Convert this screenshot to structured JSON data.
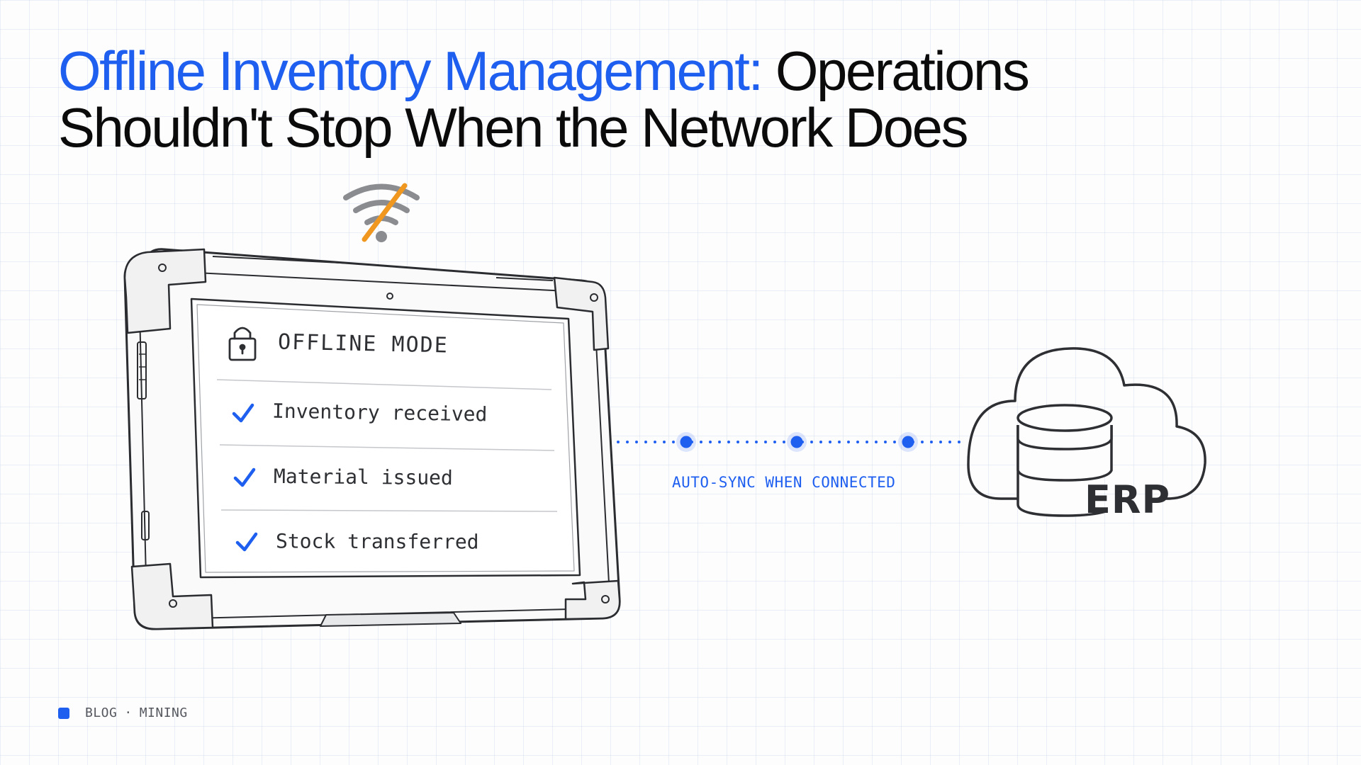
{
  "title": {
    "accent": "Offline Inventory Management:",
    "rest_line1": "Operations",
    "line2": "Shouldn't Stop When the Network Does"
  },
  "tablet": {
    "header": "OFFLINE MODE",
    "items": [
      "Inventory received",
      "Material issued",
      "Stock transferred"
    ]
  },
  "sync": {
    "label": "AUTO-SYNC WHEN CONNECTED"
  },
  "erp": {
    "label": "ERP"
  },
  "footer": {
    "category": "BLOG",
    "separator": "·",
    "tag": "MINING"
  },
  "colors": {
    "accent": "#1f5ff0",
    "wifi_slash": "#f0971f",
    "ink": "#2d2f33"
  },
  "icons": [
    "wifi-off-icon",
    "lock-icon",
    "check-icon",
    "cloud-icon",
    "database-icon"
  ]
}
